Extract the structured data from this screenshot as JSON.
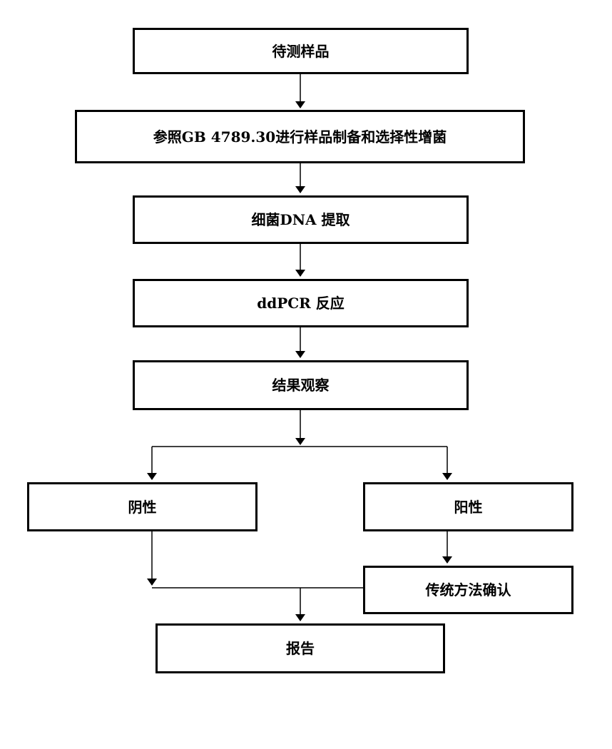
{
  "diagram": {
    "nodes": {
      "sample": "待测样品",
      "prep": "参照GB 4789.30进行样品制备和选择性增菌",
      "dna": "细菌DNA 提取",
      "pcr": "ddPCR 反应",
      "observe": "结果观察",
      "negative": "阴性",
      "positive": "阳性",
      "confirm": "传统方法确认",
      "report": "报告"
    },
    "edges": [
      {
        "from": "sample",
        "to": "prep"
      },
      {
        "from": "prep",
        "to": "dna"
      },
      {
        "from": "dna",
        "to": "pcr"
      },
      {
        "from": "pcr",
        "to": "observe"
      },
      {
        "from": "observe",
        "to": "negative"
      },
      {
        "from": "observe",
        "to": "positive"
      },
      {
        "from": "positive",
        "to": "confirm"
      },
      {
        "from": "negative",
        "to": "report"
      },
      {
        "from": "confirm",
        "to": "report"
      }
    ]
  }
}
